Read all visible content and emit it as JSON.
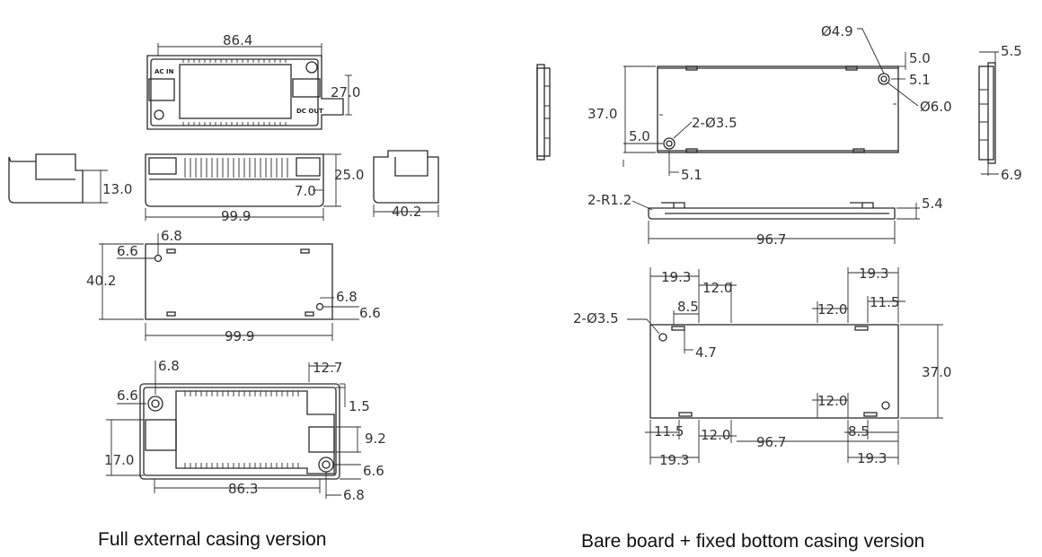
{
  "captions": {
    "left": "Full external casing version",
    "right": "Bare board + fixed bottom casing version"
  },
  "labels": {
    "ac_in": "AC IN",
    "dc_out": "DC OUT"
  },
  "left": {
    "top_view": {
      "width": "86.4",
      "height": "27.0"
    },
    "side_view": {
      "height": "25.0",
      "length": "99.9",
      "foot": "7.0"
    },
    "end_view_left": {
      "height": "13.0"
    },
    "end_view_right": {
      "width": "40.2"
    },
    "bottom_view": {
      "hole_x": "6.8",
      "hole_y": "6.6",
      "height": "40.2",
      "length": "99.9",
      "hole2_x": "6.8",
      "hole2_y": "6.6"
    },
    "inner_view": {
      "hole_x": "6.8",
      "hole_y": "6.6",
      "offset": "12.7",
      "wall": "1.5",
      "slot": "9.2",
      "left_h": "17.0",
      "right_y": "6.6",
      "inner_len": "86.3",
      "right_x": "6.8"
    }
  },
  "right": {
    "top_view": {
      "hole_big": "Ø4.9",
      "off_top": "5.0",
      "off_side": "5.1",
      "hole_dia": "Ø6.0",
      "height": "37.0",
      "holes": "2-Ø3.5",
      "off_left": "5.0",
      "off_bottom": "5.1"
    },
    "end_view": {
      "top": "5.5",
      "bottom": "6.9"
    },
    "side_view": {
      "radius": "2-R1.2",
      "thickness": "5.4",
      "length": "96.7"
    },
    "plan_view": {
      "tl_outer": "19.3",
      "tl_slot": "12.0",
      "tl_in": "8.5",
      "tr_outer": "19.3",
      "tr_slot": "12.0",
      "tr_in": "11.5",
      "holes": "2-Ø3.5",
      "hole_off": "4.7",
      "height": "37.0",
      "br_slot": "12.0",
      "bl_in": "11.5",
      "bl_slot": "12.0",
      "length": "96.7",
      "br_in": "8.5",
      "bl_outer": "19.3",
      "br_outer": "19.3"
    }
  }
}
